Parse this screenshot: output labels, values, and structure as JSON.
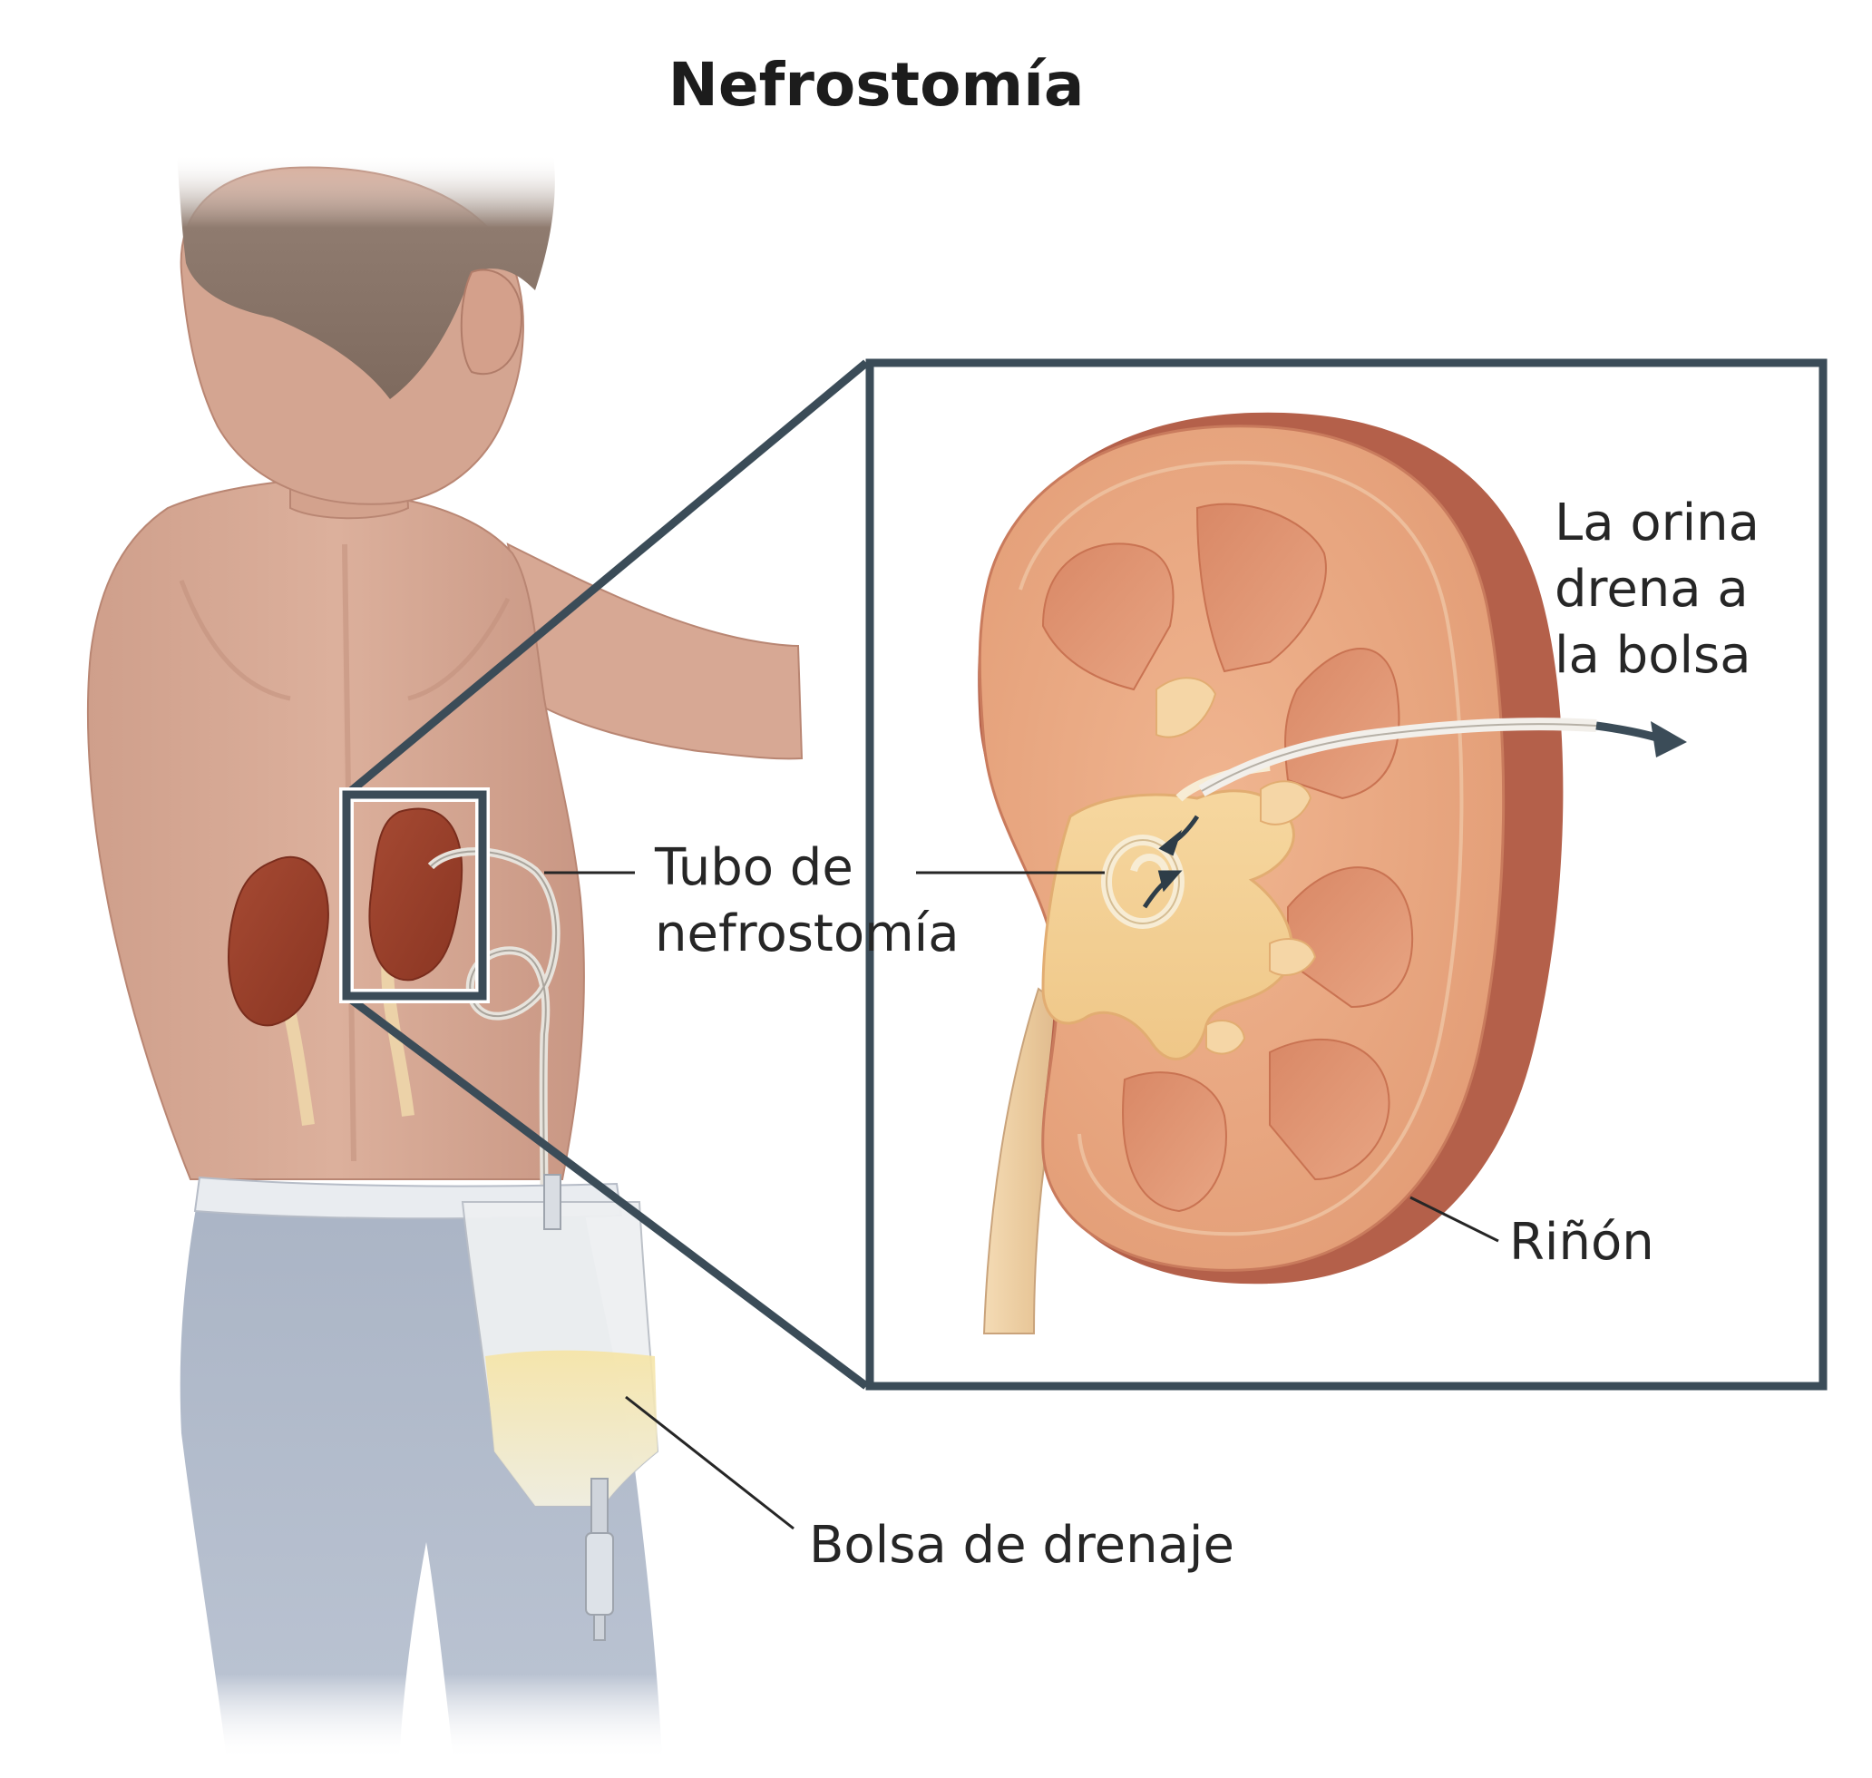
{
  "title": "Nefrostomía",
  "labels": {
    "urine": [
      "La orina",
      "drena a",
      "la bolsa"
    ],
    "tube": [
      "Tubo de",
      "nefrostomía"
    ],
    "kidney": "Riñón",
    "bag": "Bolsa de drenaje"
  },
  "colors": {
    "skin": "#d9ab96",
    "skin_shadow": "#c4917c",
    "hair": "#8d7a6e",
    "kidney_small": "#9b3f2a",
    "kidney_cortex": "#e7a27c",
    "kidney_capsule": "#b8604a",
    "pelvis": "#f1c98e",
    "pants": "#b3bccb",
    "frame": "#3b4c58",
    "urine": "#f2dc93"
  }
}
